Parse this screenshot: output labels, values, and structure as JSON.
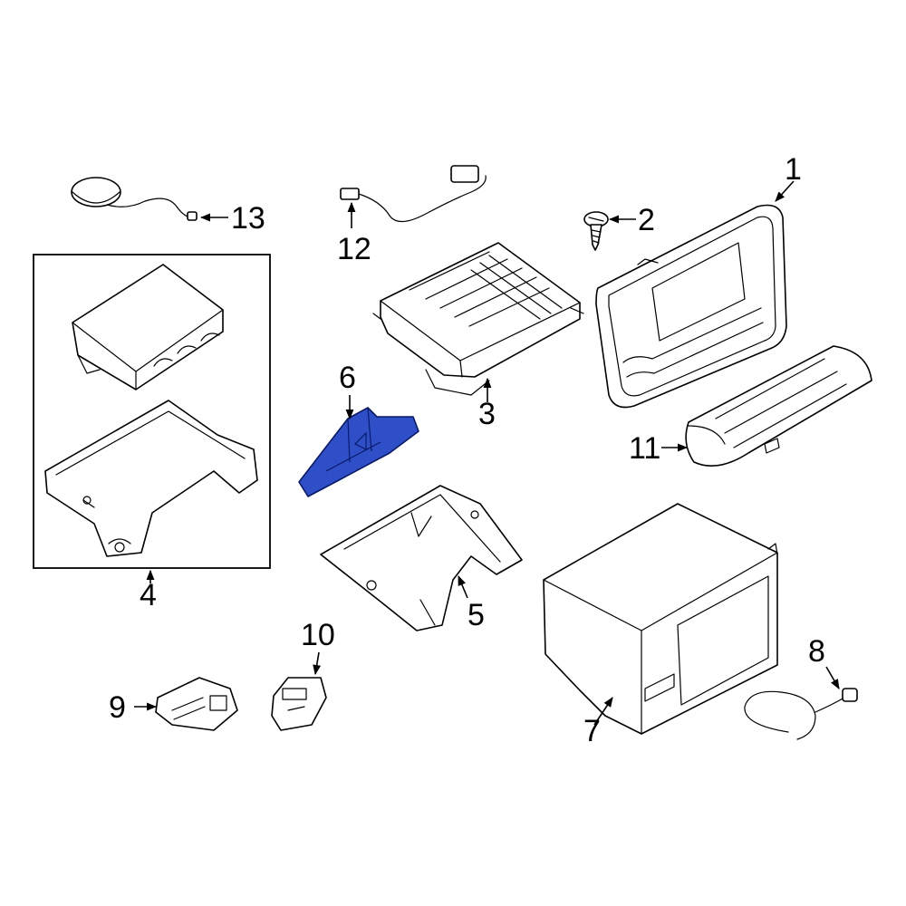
{
  "diagram": {
    "callouts": {
      "c1": "1",
      "c2": "2",
      "c3": "3",
      "c4": "4",
      "c5": "5",
      "c6": "6",
      "c7": "7",
      "c8": "8",
      "c9": "9",
      "c10": "10",
      "c11": "11",
      "c12": "12",
      "c13": "13"
    },
    "highlight_color": "#2e4fc7",
    "highlighted_part": "6"
  }
}
